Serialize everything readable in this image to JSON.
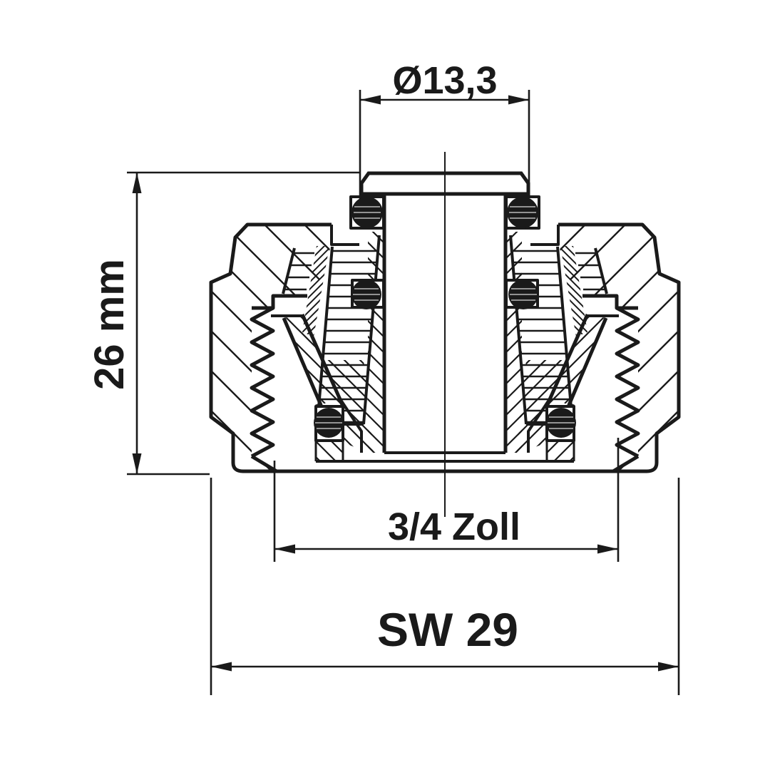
{
  "drawing": {
    "background": "#ffffff",
    "line_color": "#1a1a1a",
    "labels": {
      "diameter_top": "Ø13,3",
      "height_left": "26 mm",
      "thread_bottom": "3/4 Zoll",
      "wrench_bottom": "SW 29"
    }
  }
}
